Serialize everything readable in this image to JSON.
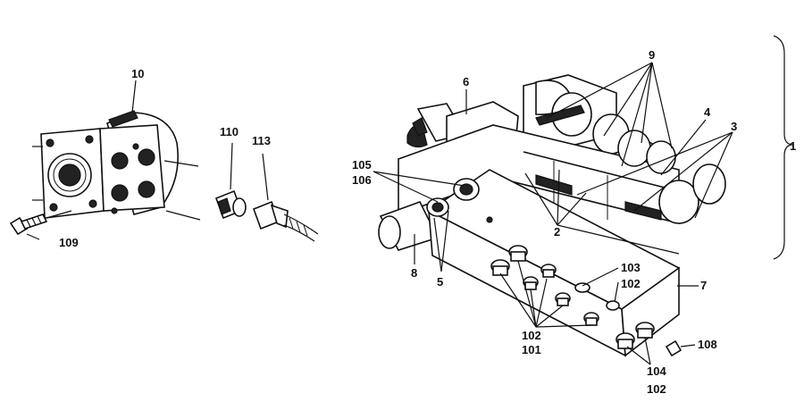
{
  "labels": {
    "l10": "10",
    "l109": "109",
    "l110": "110",
    "l113": "113",
    "l9": "9",
    "l6": "6",
    "l4": "4",
    "l3": "3",
    "l1": "1",
    "l105": "105",
    "l106": "106",
    "l2": "2",
    "l8": "8",
    "l5": "5",
    "l103": "103",
    "l102a": "102",
    "l7": "7",
    "l102b": "102",
    "l101": "101",
    "l108": "108",
    "l104": "104",
    "l102c": "102"
  },
  "colors": {
    "ink": "#111111",
    "paper": "#ffffff"
  }
}
